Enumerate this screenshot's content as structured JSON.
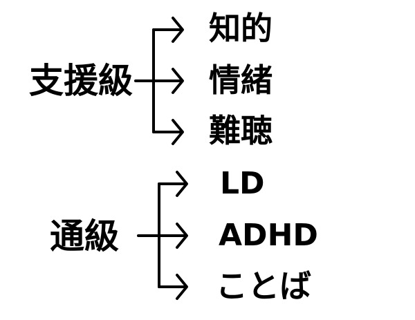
{
  "groups": [
    {
      "category": "支援級",
      "items": [
        "知的",
        "情緒",
        "難聴"
      ]
    },
    {
      "category": "通級",
      "items": [
        "LD",
        "ADHD",
        "ことば"
      ]
    }
  ],
  "colors": {
    "text": "#000000",
    "lines": "#000000",
    "background": "#ffffff"
  }
}
